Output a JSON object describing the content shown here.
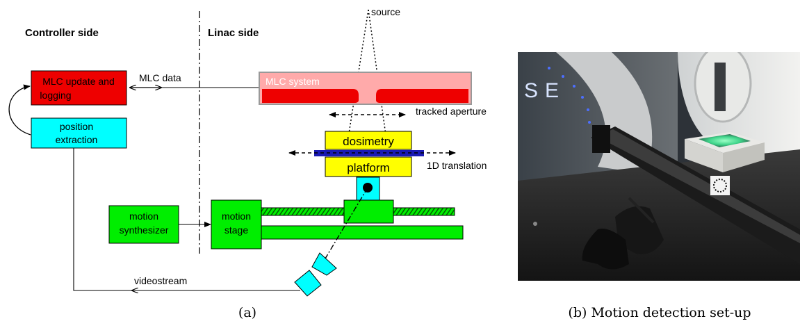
{
  "diagram": {
    "controller_side_title": "Controller side",
    "linac_side_title": "Linac side",
    "source_label": "source",
    "mlc_update_line1": "MLC update and",
    "mlc_update_line2": "logging",
    "position_line1": "position",
    "position_line2": "extraction",
    "mlc_data_label": "MLC data",
    "mlc_system_label": "MLC system",
    "tracked_aperture_label": "tracked aperture",
    "dosimetry_label": "dosimetry",
    "platform_label": "platform",
    "translation_label": "1D translation",
    "motion_synth_line1": "motion",
    "motion_synth_line2": "synthesizer",
    "motion_stage_line1": "motion",
    "motion_stage_line2": "stage",
    "videostream_label": "videostream"
  },
  "photo": {
    "sign_letters": "SE"
  },
  "captions": {
    "a": "(a)",
    "b": "(b) Motion detection set-up"
  },
  "colors": {
    "red": "#ee0000",
    "cyan": "#00ffff",
    "green": "#00ee00",
    "yellow": "#ffff00",
    "blue": "#1a1ab4",
    "mlc_pink": "#ffaaaa",
    "mlc_border": "#999999"
  }
}
